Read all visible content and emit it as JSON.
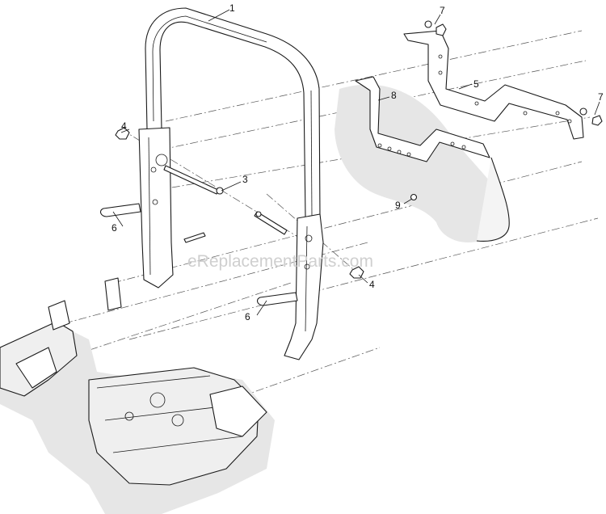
{
  "watermark": "eReplacementParts.com",
  "callouts": [
    {
      "id": "1",
      "label": "1"
    },
    {
      "id": "3",
      "label": "3"
    },
    {
      "id": "4a",
      "label": "4"
    },
    {
      "id": "4b",
      "label": "4"
    },
    {
      "id": "5",
      "label": "5"
    },
    {
      "id": "6a",
      "label": "6"
    },
    {
      "id": "6b",
      "label": "6"
    },
    {
      "id": "7a",
      "label": "7"
    },
    {
      "id": "7b",
      "label": "7"
    },
    {
      "id": "8",
      "label": "8"
    },
    {
      "id": "9",
      "label": "9"
    }
  ]
}
